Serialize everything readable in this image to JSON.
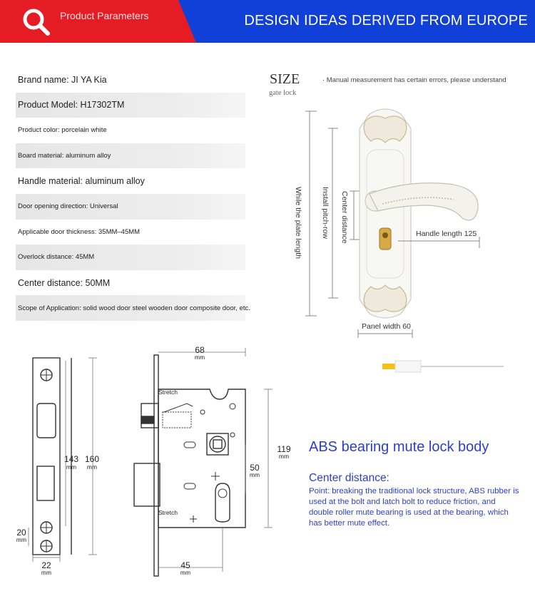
{
  "banner": {
    "left_text": "Product Parameters",
    "right_text": "DESIGN IDEAS DERIVED FROM EUROPE",
    "icon": "magnifier-icon",
    "colors": {
      "red": "#e51c23",
      "blue": "#1040d8"
    }
  },
  "specs": [
    {
      "text": "Brand name: JI YA Kia",
      "size": "l",
      "shade": false
    },
    {
      "text": "Product Model: H17302TM",
      "size": "l",
      "shade": true
    },
    {
      "text": "Product color: porcelain white",
      "size": "s",
      "shade": false
    },
    {
      "text": "Board material: aluminum alloy",
      "size": "s",
      "shade": true
    },
    {
      "text": "Handle material: aluminum alloy",
      "size": "l",
      "shade": false
    },
    {
      "text": "Door opening direction: Universal",
      "size": "s",
      "shade": true
    },
    {
      "text": "Applicable door thickness: 35MM–45MM",
      "size": "s",
      "shade": false
    },
    {
      "text": "Overlock distance: 45MM",
      "size": "s",
      "shade": true
    },
    {
      "text": "Center distance: 50MM",
      "size": "l",
      "shade": false
    },
    {
      "text": "Scope of Application: solid wood door steel wooden door composite door, etc.",
      "size": "s",
      "shade": true
    }
  ],
  "size": {
    "title": "SIZE",
    "subtitle": "gate lock",
    "note": "· Manual measurement has certain errors, please understand"
  },
  "handle_dims": {
    "plate_length": "While the plate length",
    "install_pitch": "Install pitch-row",
    "center_distance": "Center distance",
    "handle_length": "Handle length 125",
    "panel_width": "Panel width 60"
  },
  "lock_body": {
    "faceplate": {
      "h1": "143",
      "h2": "160",
      "top": "20",
      "width": "22",
      "unit": "mm"
    },
    "case": {
      "width": "68",
      "height": "119",
      "center": "50",
      "backset": "45",
      "unit": "mm"
    },
    "stretch_label": "Stretch",
    "colors": {
      "line": "#333333"
    }
  },
  "text": {
    "abs_title": "ABS bearing mute lock body",
    "center_title": "Center distance:",
    "center_body": "Point: breaking the traditional lock structure, ABS rubber is used at the bolt and latch bolt to reduce friction, and double roller mute bearing is used at the bearing, which has better mute effect.",
    "color": "#2d3fc8"
  }
}
